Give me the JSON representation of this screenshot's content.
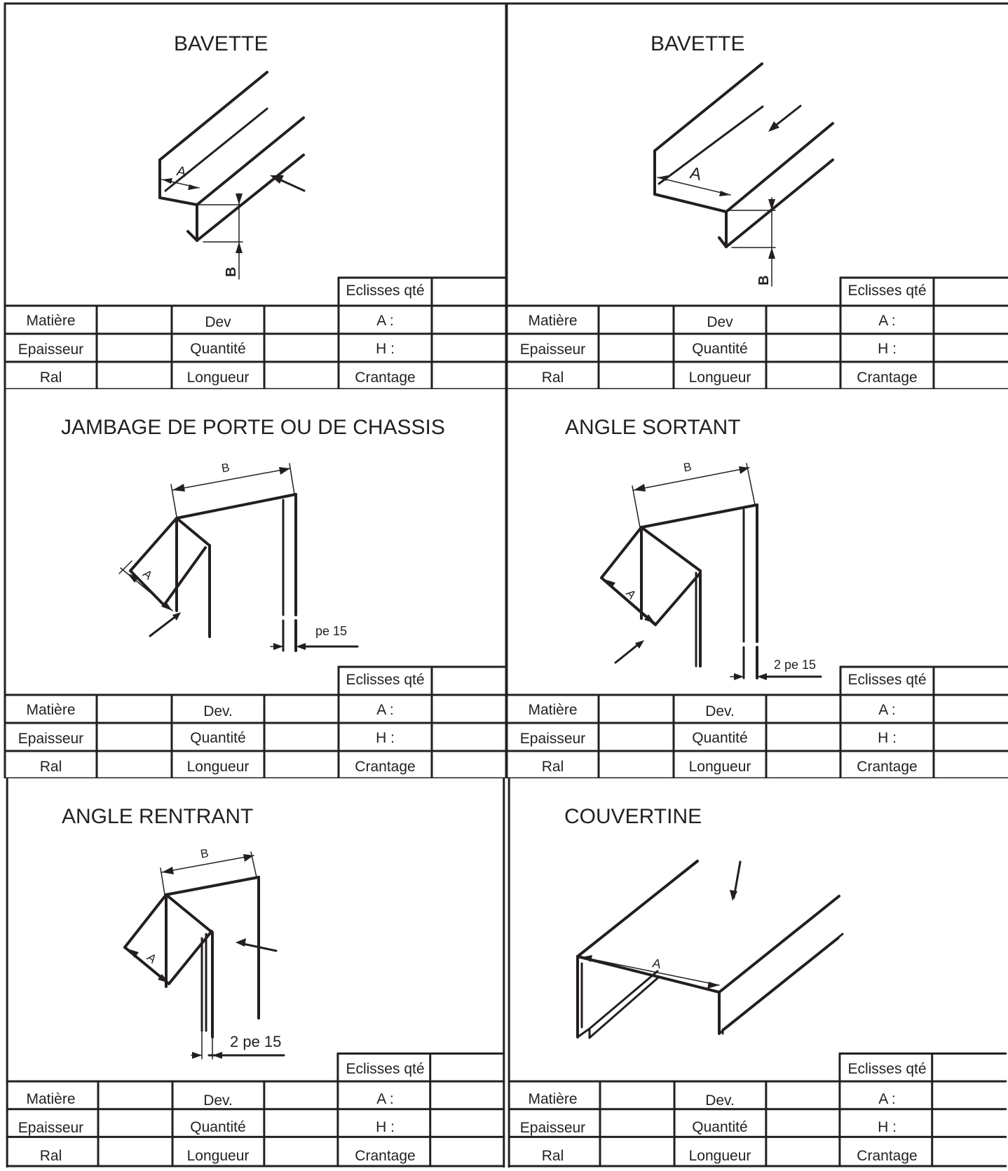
{
  "panels": [
    {
      "title": "BAVETTE",
      "dims": [
        "A",
        "B"
      ]
    },
    {
      "title": "BAVETTE",
      "dims": [
        "A",
        "B"
      ]
    },
    {
      "title": "JAMBAGE DE PORTE OU DE CHASSIS",
      "dims": [
        "B",
        "A"
      ],
      "note": "pe 15"
    },
    {
      "title": "ANGLE SORTANT",
      "dims": [
        "B",
        "A"
      ],
      "note": "2 pe 15"
    },
    {
      "title": "ANGLE RENTRANT",
      "dims": [
        "B",
        "A"
      ],
      "note": "2 pe 15"
    },
    {
      "title": "COUVERTINE",
      "dims": [
        "A"
      ]
    }
  ],
  "form": {
    "eclisses": "Eclisses qté",
    "matiere": "Matière",
    "epaisseur": "Epaisseur",
    "ral": "Ral",
    "dev": "Dev",
    "dev_dotted": "Dev.",
    "quantite": "Quantité",
    "longueur": "Longueur",
    "a": "A :",
    "h": "H :",
    "crantage": "Crantage"
  }
}
